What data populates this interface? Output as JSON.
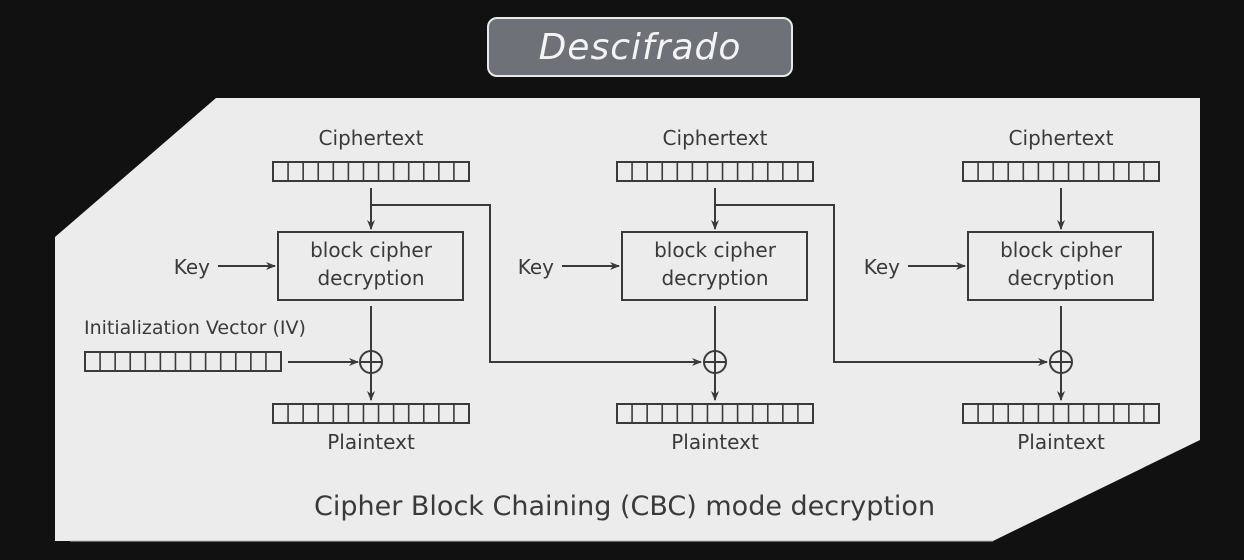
{
  "title": "Descifrado",
  "diagram": {
    "caption": "Cipher Block Chaining (CBC) mode decryption",
    "iv_label": "Initialization Vector (IV)",
    "register_cells": 13,
    "units": [
      {
        "ciphertext_label": "Ciphertext",
        "key_label": "Key",
        "block_label_line1": "block cipher",
        "block_label_line2": "decryption",
        "plaintext_label": "Plaintext"
      },
      {
        "ciphertext_label": "Ciphertext",
        "key_label": "Key",
        "block_label_line1": "block cipher",
        "block_label_line2": "decryption",
        "plaintext_label": "Plaintext"
      },
      {
        "ciphertext_label": "Ciphertext",
        "key_label": "Key",
        "block_label_line1": "block cipher",
        "block_label_line2": "decryption",
        "plaintext_label": "Plaintext"
      }
    ]
  },
  "colors": {
    "background": "#111111",
    "panel": "#ececec",
    "ink": "#3a3a3a",
    "badge_fill": "#6e7177",
    "badge_text": "#f4f4f4"
  }
}
